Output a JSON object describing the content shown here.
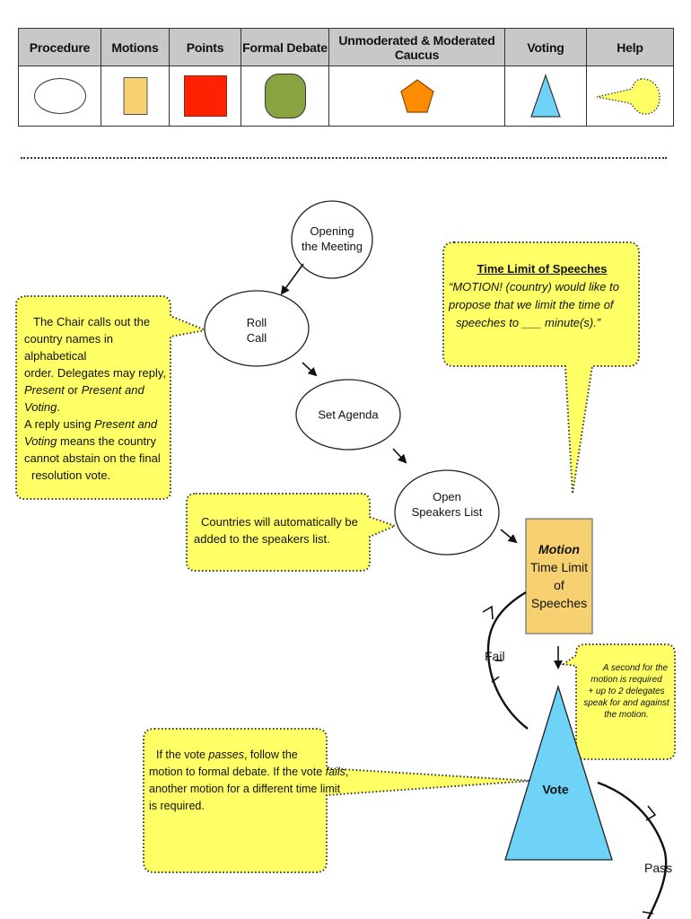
{
  "legend": {
    "columns": [
      {
        "header": "Procedure",
        "shape": "oval"
      },
      {
        "header": "Motions",
        "shape": "rectangle"
      },
      {
        "header": "Points",
        "shape": "square"
      },
      {
        "header": "Formal Debate",
        "shape": "rounded-square"
      },
      {
        "header": "Unmoderated & Moderated Caucus",
        "shape": "pentagon"
      },
      {
        "header": "Voting",
        "shape": "triangle"
      },
      {
        "header": "Help",
        "shape": "callout"
      }
    ],
    "colors": {
      "procedure": "#ffffff",
      "motions": "#f7d06f",
      "points": "#ff2200",
      "formal_debate": "#8aa340",
      "caucus": "#ff8c00",
      "voting": "#6fd3f7",
      "help": "#ffff66"
    }
  },
  "nodes": {
    "opening": {
      "line1": "Opening",
      "line2": "the Meeting"
    },
    "roll_call": {
      "line1": "Roll",
      "line2": "Call"
    },
    "set_agenda": {
      "label": "Set Agenda"
    },
    "speakers_list": {
      "line1": "Open",
      "line2": "Speakers List"
    },
    "motion": {
      "title": "Motion",
      "line1": "Time Limit",
      "line2": "of",
      "line3": "Speeches"
    },
    "vote": {
      "label": "Vote"
    }
  },
  "callouts": {
    "roll_call_help": {
      "l1": "The Chair calls out the",
      "l2": "country names in alphabetical",
      "l3": "order. Delegates may reply,",
      "l4a": "Present",
      "l4b": " or ",
      "l4c": "Present and Voting",
      "l4d": ".",
      "l5a": "A reply using ",
      "l5b": "Present and",
      "l6a": "Voting",
      "l6b": " means the country",
      "l7": "cannot abstain on the final",
      "l8": "resolution vote."
    },
    "speakers_help": {
      "l1": "Countries will automatically be",
      "l2": "added to the speakers list."
    },
    "time_limit_help": {
      "title": "Time Limit of Speeches",
      "l1": "“MOTION! (country) would like to",
      "l2": "propose that we limit the time of",
      "l3": "speeches to ___ minute(s).”"
    },
    "second_help": {
      "l1": "A second for the",
      "l2": "motion is required",
      "l3": "+ up to 2 delegates",
      "l4": "speak for and against",
      "l5": "the motion."
    },
    "vote_help": {
      "l1a": "If the vote ",
      "l1b": "passes",
      "l1c": ", follow the",
      "l2a": "motion to formal debate. If the vote ",
      "l2b": "fails",
      "l2c": ",",
      "l3": "another motion for a different time limit",
      "l4": "is required."
    }
  },
  "edge_labels": {
    "fail": "Fail",
    "pass": "Pass"
  }
}
